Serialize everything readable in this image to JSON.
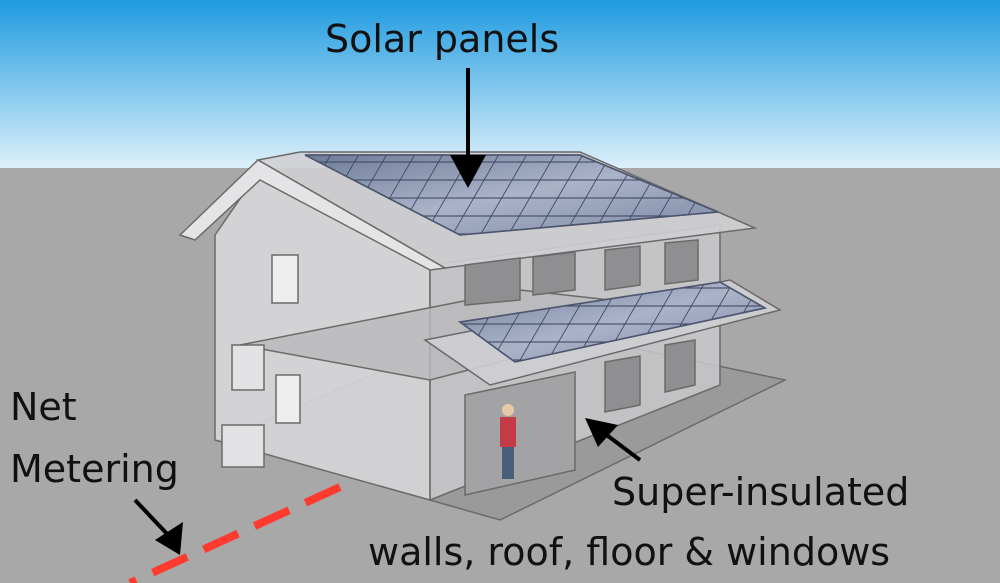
{
  "labels": {
    "solar_panels": "Solar panels",
    "net": "Net",
    "metering": "Metering",
    "super_insulated": "Super-insulated",
    "envelope": "walls, roof, floor & windows"
  },
  "colors": {
    "sky_top": "#1f9be0",
    "sky_bottom": "#dcf0fa",
    "ground": "#a8a8a8",
    "grid_line": "#ff3b30",
    "panel": "#7f8aa6",
    "arrow": "#000000"
  }
}
